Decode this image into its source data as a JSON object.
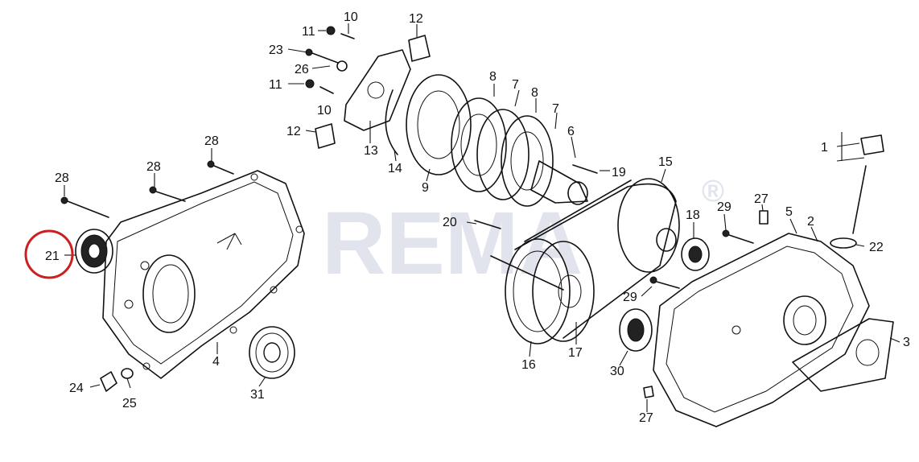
{
  "watermark": {
    "text": "REMA",
    "registered": "®"
  },
  "highlight": {
    "label": "21",
    "color": "#cc1f1f"
  },
  "callouts": {
    "p1": "1",
    "p2": "2",
    "p3": "3",
    "p4": "4",
    "p5": "5",
    "p6": "6",
    "p7a": "7",
    "p7b": "7",
    "p8a": "8",
    "p8b": "8",
    "p9": "9",
    "p10a": "10",
    "p10b": "10",
    "p11a": "11",
    "p11b": "11",
    "p12a": "12",
    "p12b": "12",
    "p13": "13",
    "p14": "14",
    "p15": "15",
    "p16": "16",
    "p17": "17",
    "p18": "18",
    "p19": "19",
    "p20": "20",
    "p21": "21",
    "p22": "22",
    "p23": "23",
    "p24": "24",
    "p25": "25",
    "p26": "26",
    "p27a": "27",
    "p27b": "27",
    "p28a": "28",
    "p28b": "28",
    "p28c": "28",
    "p29a": "29",
    "p29b": "29",
    "p30": "30",
    "p31": "31"
  }
}
